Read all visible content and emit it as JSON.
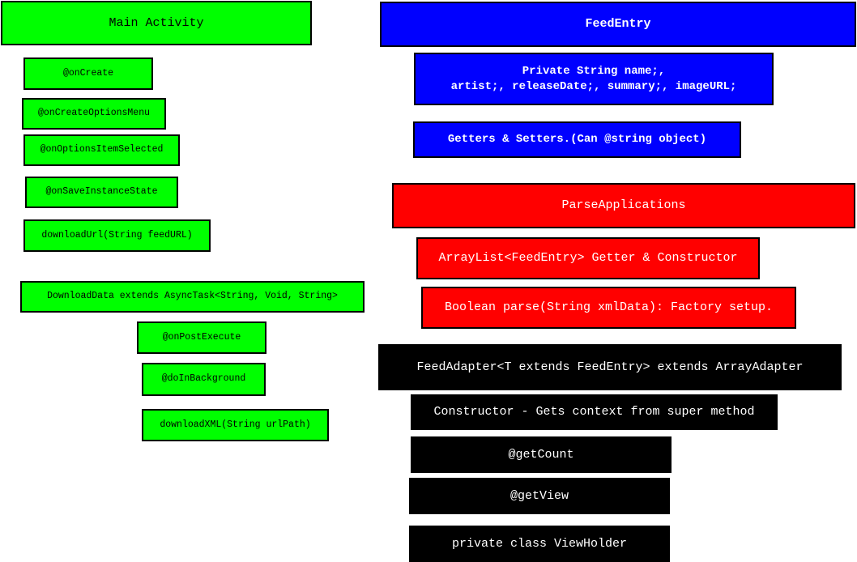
{
  "main_activity": {
    "title": "Main Activity",
    "on_create": "@onCreate",
    "on_create_options_menu": "@onCreateOptionsMenu",
    "on_options_item_selected": "@onOptionsItemSelected",
    "on_save_instance_state": "@onSaveInstanceState",
    "download_url": "downloadUrl(String feedURL)",
    "download_data": "DownloadData extends AsyncTask<String, Void, String>",
    "on_post_execute": "@onPostExecute",
    "do_in_background": "@doInBackground",
    "download_xml": "downloadXML(String urlPath)"
  },
  "feed_entry": {
    "title": "FeedEntry",
    "fields_line1": "Private String name;,",
    "fields_line2": "artist;, releaseDate;, summary;, imageURL;",
    "getters_setters": "Getters & Setters.(Can @string object)"
  },
  "parse_applications": {
    "title": "ParseApplications",
    "arraylist": "ArrayList<FeedEntry> Getter & Constructor",
    "parse": "Boolean parse(String xmlData): Factory setup."
  },
  "feed_adapter": {
    "title": "FeedAdapter<T extends FeedEntry> extends ArrayAdapter",
    "constructor": "Constructor - Gets context from super method",
    "get_count": "@getCount",
    "get_view": "@getView",
    "view_holder": "private class ViewHolder"
  },
  "colors": {
    "main_activity": "#00ff00",
    "feed_entry": "#0000ff",
    "parse_applications": "#ff0000",
    "feed_adapter": "#000000"
  }
}
